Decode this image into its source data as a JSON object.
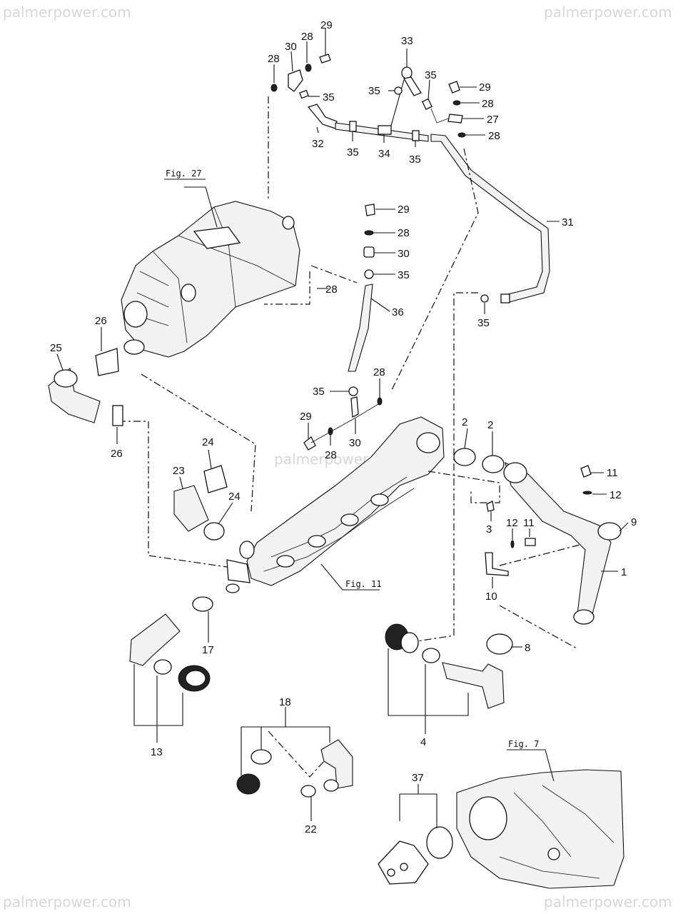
{
  "watermark": {
    "top_left": "palmerpower.com",
    "top_right": "palmerpower.com",
    "center": "palmerpower.com",
    "bottom_left": "palmerpower.com",
    "bottom_right": "palmerpower.com"
  },
  "figure_refs": {
    "fig27": "Fig. 27",
    "fig11": "Fig. 11",
    "fig7": "Fig. 7"
  },
  "callouts": {
    "c1": "1",
    "c2a": "2",
    "c2b": "2",
    "c3": "3",
    "c4": "4",
    "c8": "8",
    "c9": "9",
    "c10": "10",
    "c11a": "11",
    "c11b": "11",
    "c12a": "12",
    "c12b": "12",
    "c13": "13",
    "c17": "17",
    "c18": "18",
    "c22": "22",
    "c23": "23",
    "c24a": "24",
    "c24b": "24",
    "c25": "25",
    "c26a": "26",
    "c26b": "26",
    "c27": "27",
    "c28a": "28",
    "c28b": "28",
    "c28c": "28",
    "c28d": "28",
    "c28e": "28",
    "c28f": "28",
    "c28g": "28",
    "c29a": "29",
    "c29b": "29",
    "c29c": "29",
    "c29d": "29",
    "c30a": "30",
    "c30b": "30",
    "c30c": "30",
    "c31": "31",
    "c32": "32",
    "c33": "33",
    "c34": "34",
    "c35a": "35",
    "c35b": "35",
    "c35c": "35",
    "c35d": "35",
    "c35e": "35",
    "c35f": "35",
    "c35g": "35",
    "c35h": "35",
    "c36": "36",
    "c37": "37"
  }
}
